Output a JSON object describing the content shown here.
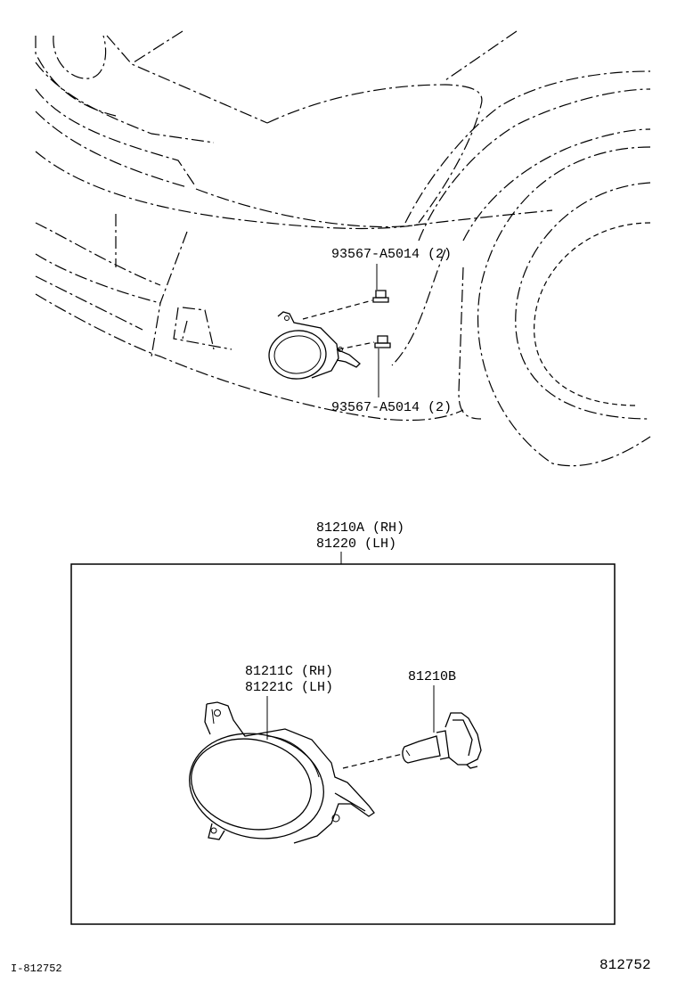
{
  "callouts": {
    "bolt_upper": "93567-A5014 (2)",
    "bolt_lower": "93567-A5014 (2)",
    "assembly_rh": "81210A (RH)",
    "assembly_lh": "81220  (LH)",
    "unit_rh": "81211C (RH)",
    "unit_lh": "81221C (LH)",
    "bulb": "81210B"
  },
  "footer": {
    "illustration_id": "I-812752",
    "figure_number": "812752"
  }
}
